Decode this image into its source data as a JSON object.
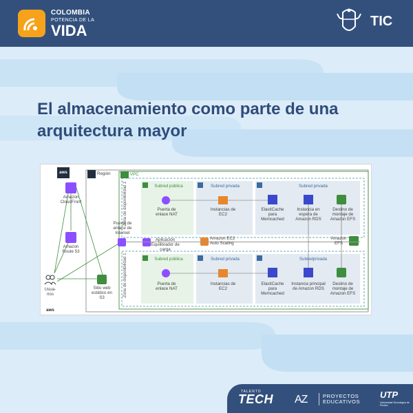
{
  "header": {
    "brand_line1": "COLOMBIA",
    "brand_line2": "POTENCIA DE LA",
    "brand_line3": "VIDA",
    "ministry_label": "TIC"
  },
  "slide": {
    "title": "El almacenamiento como parte de una arquitectura mayor"
  },
  "diagram": {
    "aws_badge": "aws",
    "aws_bottom": "aws",
    "region_label": "Región",
    "vpc_label": "VPC",
    "zone_2": "Zona de disponibilidad 2",
    "zone_1": "Zona de disponibilidad 1",
    "cloudfront": "Amazon CloudFront",
    "route53": "Amazon Route 53",
    "users": "Usua-rios",
    "s3_site": "Sitio web estático en S3",
    "igw": "Puerta de enlace de Internet",
    "alb": "Aplicación Equilibrador de carga",
    "autoscaling": "Amazon EC2 Auto Scaling",
    "efs": "Amazon EFS",
    "top_row": {
      "public_subnet": "Subred pública",
      "private_subnet_a": "Subred privada",
      "private_subnet_b": "Subred privada",
      "nat": "Puerta de enlace NAT",
      "ec2": "Instancias de EC2",
      "elasticache": "ElastiCache para Memcached",
      "rds": "Instancia en espera de Amazon RDS",
      "efs_mount": "Destino de montaje de Amazon EFS"
    },
    "bottom_row": {
      "public_subnet": "Subred pública",
      "private_subnet_a": "Subred privada",
      "private_subnet_b": "Subredprivada",
      "nat": "Puerta de enlace NAT",
      "ec2": "Instancias de EC2",
      "elasticache": "ElastiCache para Memcached",
      "rds": "Instancia principal de Amazon RDS",
      "efs_mount": "Destino de montaje de Amazon EFS"
    }
  },
  "footer": {
    "tech_small": "TALENTO",
    "tech_big": "TECH",
    "az": "AZ",
    "proyectos_1": "PROYECTOS",
    "proyectos_2": "EDUCATIVOS",
    "utp": "UTP",
    "utp_sub": "Universidad Tecnológica de Pereira"
  },
  "colors": {
    "header_bg": "#33507d",
    "title_text": "#2f4c7a",
    "background": "#dcecf8",
    "aws_green": "#3e8e3e",
    "aws_purple": "#8c4fff"
  }
}
